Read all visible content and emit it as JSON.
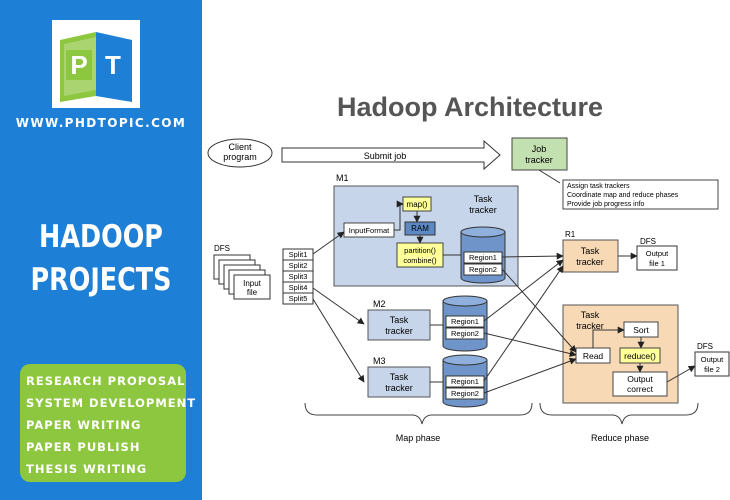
{
  "sidebar": {
    "logo_letters": [
      "P",
      "T"
    ],
    "website": "WWW.PHDTOPIC.COM",
    "heading_line1": "HADOOP",
    "heading_line2": "PROJECTS",
    "services": [
      "RESEARCH PROPOSAL",
      "SYSTEM DEVELOPMENT",
      "PAPER WRITING",
      "PAPER PUBLISH",
      "THESIS WRITING"
    ]
  },
  "diagram": {
    "title": "Hadoop Architecture",
    "client": [
      "Client",
      "program"
    ],
    "submit_job": "Submit job",
    "job_tracker": [
      "Job",
      "tracker"
    ],
    "job_tracker_notes": [
      "Assign task trackers",
      "Coordinate map and reduce phases",
      "Provide job progress info"
    ],
    "m1_label": "M1",
    "m1_task_tracker": [
      "Task",
      "tracker"
    ],
    "input_format": "InputFormat",
    "map_fn": "map()",
    "ram": "RAM",
    "partition": [
      "partition()",
      "combine()"
    ],
    "m1_regions": [
      "Region1",
      "Region2"
    ],
    "dfs_input_label": "DFS",
    "input_file": [
      "Input",
      "file"
    ],
    "splits": [
      "Split1",
      "Split2",
      "Split3",
      "Split4",
      "Split5"
    ],
    "m2_label": "M2",
    "m2_task_tracker": [
      "Task",
      "tracker"
    ],
    "m2_regions": [
      "Region1",
      "Region2"
    ],
    "m3_label": "M3",
    "m3_task_tracker": [
      "Task",
      "tracker"
    ],
    "m3_regions": [
      "Region1",
      "Region2"
    ],
    "r1_label": "R1",
    "r1_task_tracker": [
      "Task",
      "tracker"
    ],
    "dfs_out1_label": "DFS",
    "output_file1": [
      "Output",
      "file 1"
    ],
    "r2_task_tracker": [
      "Task",
      "tracker"
    ],
    "sort": "Sort",
    "read": "Read",
    "reduce_fn": "reduce()",
    "output_correct": [
      "Output",
      "correct"
    ],
    "dfs_out2_label": "DFS",
    "output_file2": [
      "Output",
      "file 2"
    ],
    "map_phase": "Map phase",
    "reduce_phase": "Reduce phase"
  },
  "colors": {
    "sidebar_bg": "#1e7fd6",
    "services_bg": "#8dc63f",
    "map_tracker_fill": "#c6d5ea",
    "reduce_tracker_fill": "#f8d9b5",
    "job_tracker_fill": "#c3e0b0",
    "yellow_fn_fill": "#ffff99",
    "disk_fill": "#6f94c9"
  }
}
